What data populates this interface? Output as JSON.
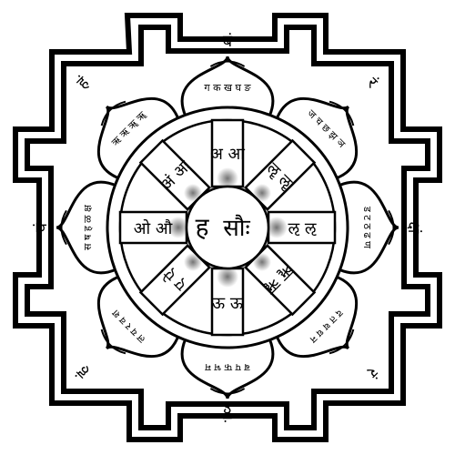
{
  "center": {
    "left": "ह",
    "right": "सौः"
  },
  "spokes": [
    {
      "id": "top",
      "text": "अ आ"
    },
    {
      "id": "top-right",
      "text": "ॡ ॡ"
    },
    {
      "id": "right",
      "text": "ऌ ऌ"
    },
    {
      "id": "bottom-right",
      "text": "ॠ ॠ"
    },
    {
      "id": "bottom",
      "text": "ऊ ऊ"
    },
    {
      "id": "bottom-left",
      "text": "ए ऐ"
    },
    {
      "id": "left",
      "text": "ओ औ"
    },
    {
      "id": "top-left",
      "text": "अं अः"
    }
  ],
  "petals": [
    {
      "id": "top",
      "text": "ग क ख घ ङ"
    },
    {
      "id": "top-right",
      "text": "ज च छ झ ञ"
    },
    {
      "id": "right",
      "text": "ड ट ठ ढ ण"
    },
    {
      "id": "bottom-right",
      "text": "द त थ ध न"
    },
    {
      "id": "bottom",
      "text": "ब प फ भ म"
    },
    {
      "id": "bottom-left",
      "text": "ल य र व श"
    },
    {
      "id": "left",
      "text": "स ष ह ळ क्ष"
    },
    {
      "id": "top-left",
      "text": "ऋ ऋ ॠ ॠ"
    }
  ],
  "outer_bijas": [
    {
      "id": "top",
      "text": "बं"
    },
    {
      "id": "top-right",
      "text": "रं"
    },
    {
      "id": "right",
      "text": "क्षं"
    },
    {
      "id": "bottom-right",
      "text": "रं"
    },
    {
      "id": "bottom",
      "text": "हूं"
    },
    {
      "id": "bottom-left",
      "text": "हं"
    },
    {
      "id": "left",
      "text": "वं"
    },
    {
      "id": "top-left",
      "text": "हं"
    }
  ],
  "colors": {
    "ink": "#000000",
    "paper": "#ffffff",
    "shadow": "#3a3a3a"
  }
}
